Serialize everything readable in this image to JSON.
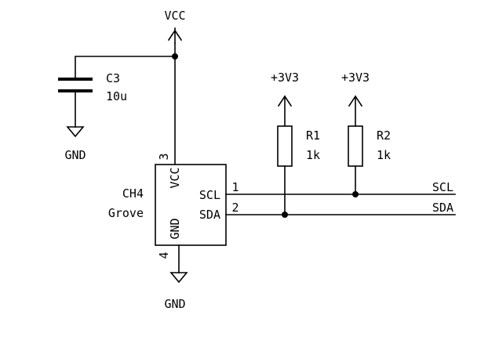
{
  "power": {
    "vcc_top": "VCC",
    "gnd_cap": "GND",
    "gnd_conn": "GND",
    "v3_r1": "+3V3",
    "v3_r2": "+3V3"
  },
  "capacitor": {
    "ref": "C3",
    "value": "10u"
  },
  "resistors": [
    {
      "ref": "R1",
      "value": "1k"
    },
    {
      "ref": "R2",
      "value": "1k"
    }
  ],
  "connector": {
    "ref": "CH4",
    "value": "Grove",
    "pins": {
      "vcc": {
        "number": "3",
        "name": "VCC"
      },
      "gnd": {
        "number": "4",
        "name": "GND"
      },
      "scl": {
        "number": "1",
        "name": "SCL"
      },
      "sda": {
        "number": "2",
        "name": "SDA"
      }
    }
  },
  "nets": {
    "scl": "SCL",
    "sda": "SDA"
  }
}
